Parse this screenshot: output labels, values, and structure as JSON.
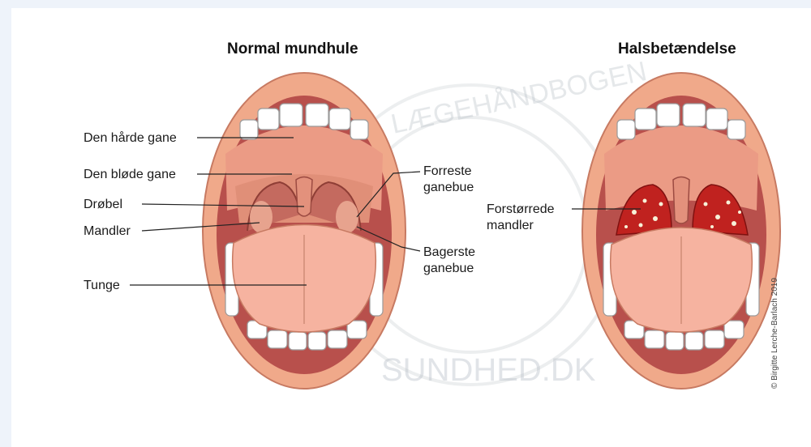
{
  "titles": {
    "normal": "Normal mundhule",
    "infected": "Halsbetændelse"
  },
  "labels": {
    "hard_palate": "Den hårde gane",
    "soft_palate": "Den bløde gane",
    "uvula": "Drøbel",
    "tonsils": "Mandler",
    "tongue": "Tunge",
    "anterior_arch_1": "Forreste",
    "anterior_arch_2": "ganebue",
    "posterior_arch_1": "Bagerste",
    "posterior_arch_2": "ganebue",
    "enlarged_tonsils_1": "Forstørrede",
    "enlarged_tonsils_2": "mandler"
  },
  "credit": "© Birgitte Lerche-Barlach 2019",
  "watermark": {
    "top": "LÆGEHÅNDBOGEN",
    "bottom": "SUNDHED.DK"
  },
  "colors": {
    "background": "#eef3fa",
    "lips": "#f0a98a",
    "mouth_interior": "#c9605a",
    "throat": "#e89a80",
    "tongue": "#f6b3a0",
    "teeth": "#ffffff",
    "inflamed_tonsil": "#c0221f",
    "pus_spots": "#f7f1d8"
  }
}
